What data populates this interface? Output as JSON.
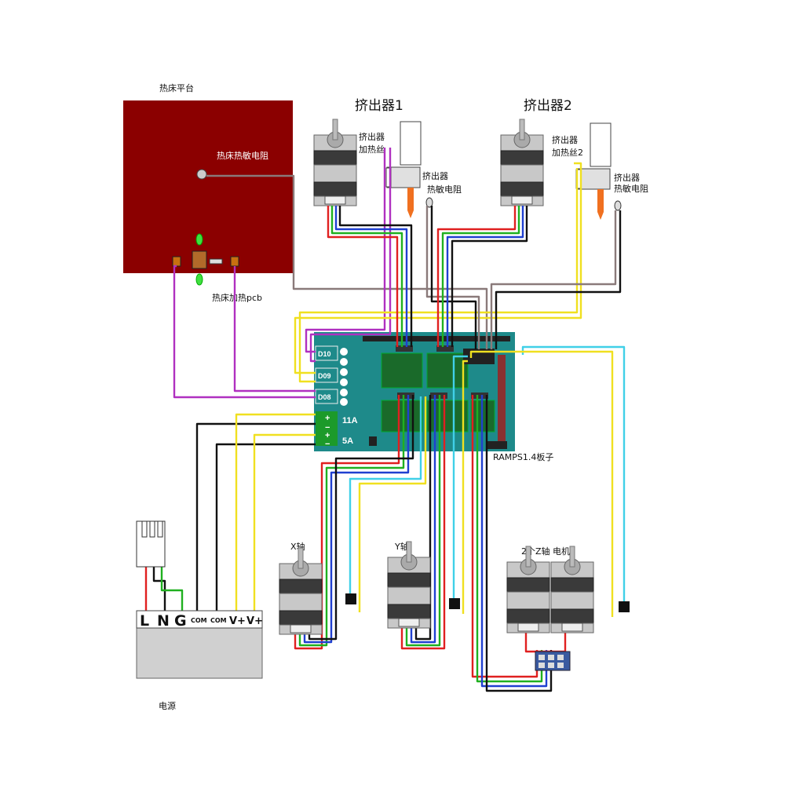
{
  "labels": {
    "heatbed_title": "热床平台",
    "heatbed_thermistor": "热床热敏电阻",
    "heatbed_pcb": "热床加热pcb",
    "extruder1_title": "挤出器1",
    "extruder2_title": "挤出器2",
    "extruder1_heater": [
      "挤出器",
      "加热丝"
    ],
    "extruder2_heater": [
      "挤出器",
      "加热丝2"
    ],
    "extruder1_thermistor": [
      "挤出器",
      "热敏电阻"
    ],
    "extruder2_thermistor": [
      "挤出器",
      "热敏电阻"
    ],
    "board": "RAMPS1.4板子",
    "x_axis": "X轴",
    "y_axis": "Y轴",
    "z_axis": "2个Z轴  电机",
    "power_supply": "电源"
  },
  "board_terminals": {
    "d10": "D10",
    "d09": "D09",
    "d08": "D08",
    "current_11a": "11A",
    "current_5a": "5A"
  },
  "psu_terminals": [
    "L",
    "N",
    "G",
    "COM",
    "COM",
    "V+",
    "V+"
  ],
  "colors": {
    "heatbed": "#8b0000",
    "board": "#1e8a8a",
    "wire_red": "#e02020",
    "wire_green": "#20b020",
    "wire_blue": "#2040d0",
    "wire_black": "#111111",
    "wire_purple": "#b030c0",
    "wire_yellow": "#f0e020",
    "wire_cyan": "#40d0e8",
    "wire_grey": "#8a7a7a"
  }
}
